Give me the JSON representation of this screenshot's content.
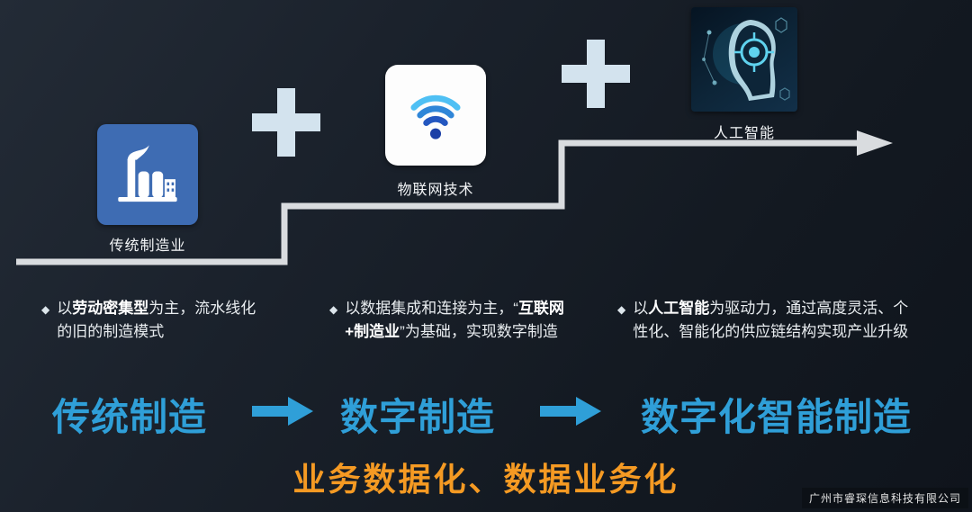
{
  "stages": [
    {
      "label": "传统制造业",
      "icon": "factory-icon"
    },
    {
      "label": "物联网技术",
      "icon": "wifi-icon"
    },
    {
      "label": "人工智能",
      "icon": "ai-head-icon"
    }
  ],
  "plus_symbol": "+",
  "bullets": [
    {
      "marker": "◆",
      "pre": "以",
      "bold": "劳动密集型",
      "post": "为主，流水线化的旧的制造模式"
    },
    {
      "marker": "◆",
      "pre": "以数据集成和连接为主，“",
      "bold": "互联网+制造业",
      "post": "”为基础，实现数字制造"
    },
    {
      "marker": "◆",
      "pre": "以",
      "bold": "人工智能",
      "post": "为驱动力，通过高度灵活、个性化、智能化的供应链结构实现产业升级"
    }
  ],
  "flow": {
    "steps": [
      "传统制造",
      "数字制造",
      "数字化智能制造"
    ]
  },
  "tagline": "业务数据化、数据业务化",
  "watermark": "广州市睿琛信息科技有限公司",
  "colors": {
    "background": "#161d27",
    "stair": "#d9dcdf",
    "plus": "#d3e3ee",
    "factory_blue": "#3e6cb3",
    "wifi_blue": "#2f86d8",
    "flow_blue": "#2f9fd8",
    "tagline_orange": "#f59a23"
  }
}
